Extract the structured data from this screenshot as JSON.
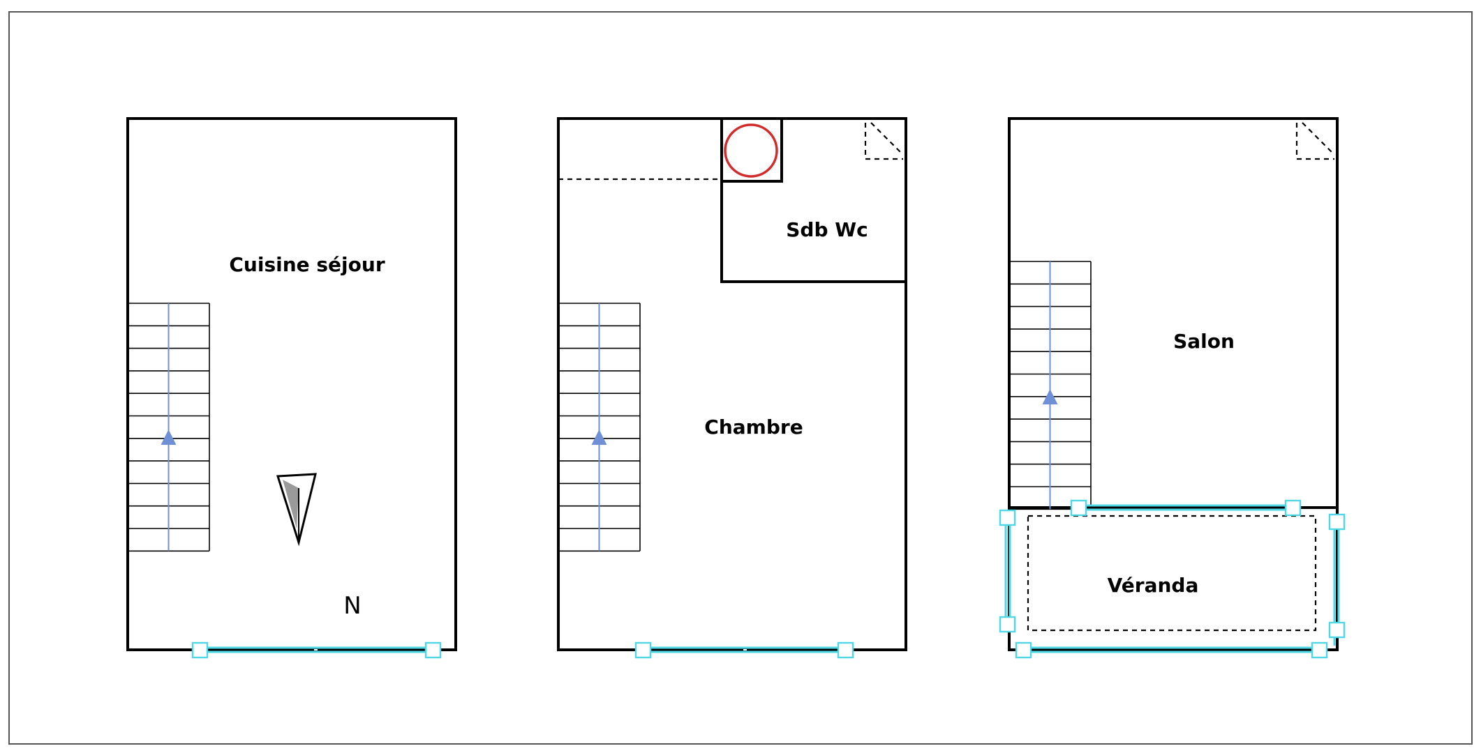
{
  "floors": [
    {
      "id": "floor-1",
      "room_label": "Cuisine séjour"
    },
    {
      "id": "floor-2",
      "room_labels": [
        "Sdb Wc",
        "Chambre"
      ]
    },
    {
      "id": "floor-3",
      "room_labels": [
        "Salon",
        "Véranda"
      ]
    }
  ],
  "compass": {
    "label": "N",
    "icon": "north-arrow-icon"
  },
  "colors": {
    "stairs": "#6f8fd6",
    "windows": "#4fd7e6",
    "fixture": "#d12b2b",
    "walls": "#000000"
  }
}
